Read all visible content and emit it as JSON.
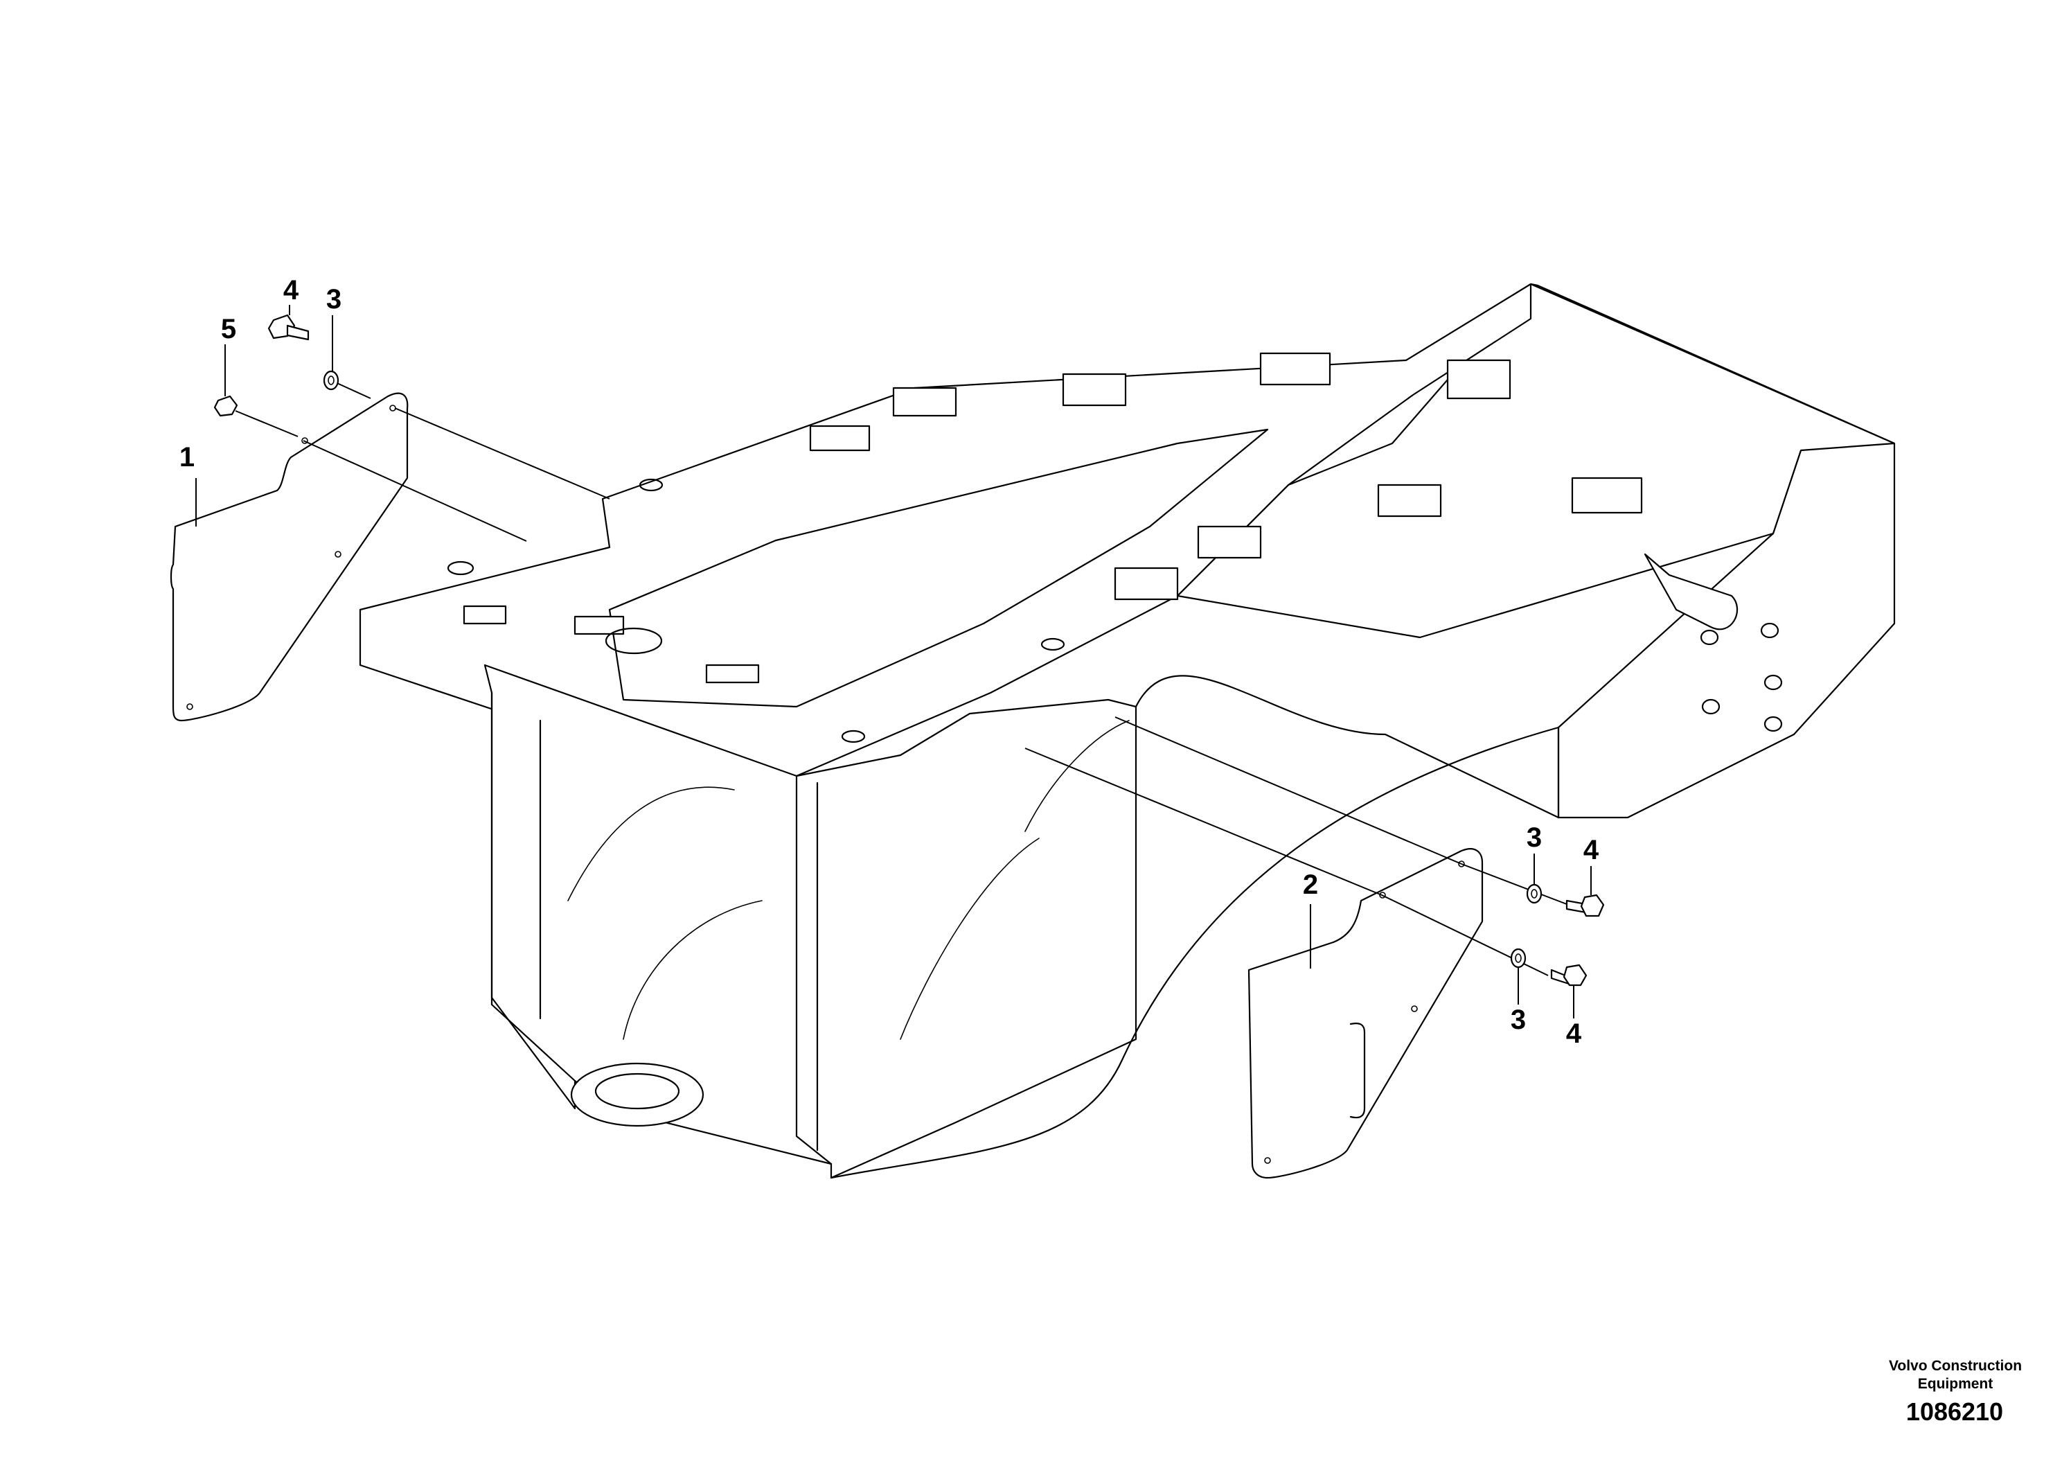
{
  "callouts": [
    {
      "label": "1"
    },
    {
      "label": "2"
    },
    {
      "label": "3"
    },
    {
      "label": "3"
    },
    {
      "label": "3"
    },
    {
      "label": "4"
    },
    {
      "label": "4"
    },
    {
      "label": "4"
    },
    {
      "label": "5"
    }
  ],
  "credit": {
    "line1": "Volvo Construction",
    "line2": "Equipment"
  },
  "drawing_number": "1086210"
}
